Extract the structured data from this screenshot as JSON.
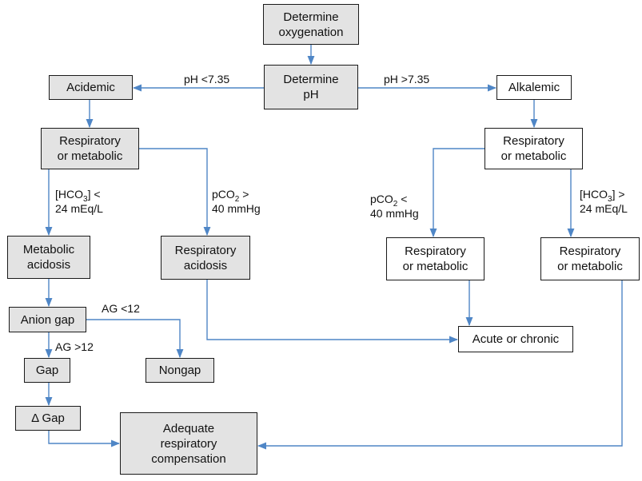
{
  "nodes": {
    "determine_oxygenation": "Determine\noxygenation",
    "determine_ph": "Determine\npH",
    "acidemic": "Acidemic",
    "alkalemic": "Alkalemic",
    "resp_or_metab_acid": "Respiratory\nor metabolic",
    "resp_or_metab_alk": "Respiratory\nor metabolic",
    "metabolic_acidosis": "Metabolic\nacidosis",
    "respiratory_acidosis": "Respiratory\nacidosis",
    "resp_or_metab_mid": "Respiratory\nor metabolic",
    "resp_or_metab_right": "Respiratory\nor metabolic",
    "anion_gap": "Anion gap",
    "gap": "Gap",
    "nongap": "Nongap",
    "delta_gap": "Δ Gap",
    "acute_or_chronic": "Acute or chronic",
    "adequate_compensation": "Adequate\nrespiratory\ncompensation"
  },
  "edge_labels": {
    "ph_low": "pH <7.35",
    "ph_high": "pH >7.35",
    "hco3_low": {
      "species": "[HCO",
      "subscript": "3",
      "suffix": "] <",
      "line2": "24 mEq/L"
    },
    "pco2_high": {
      "species": "pCO",
      "subscript": "2",
      "suffix": " >",
      "line2": "40 mmHg"
    },
    "pco2_low": {
      "species": "pCO",
      "subscript": "2",
      "suffix": " <",
      "line2": "40 mmHg"
    },
    "hco3_high": {
      "species": "[HCO",
      "subscript": "3",
      "suffix": "] >",
      "line2": "24 mEq/L"
    },
    "ag_low": "AG <12",
    "ag_high": "AG >12"
  }
}
